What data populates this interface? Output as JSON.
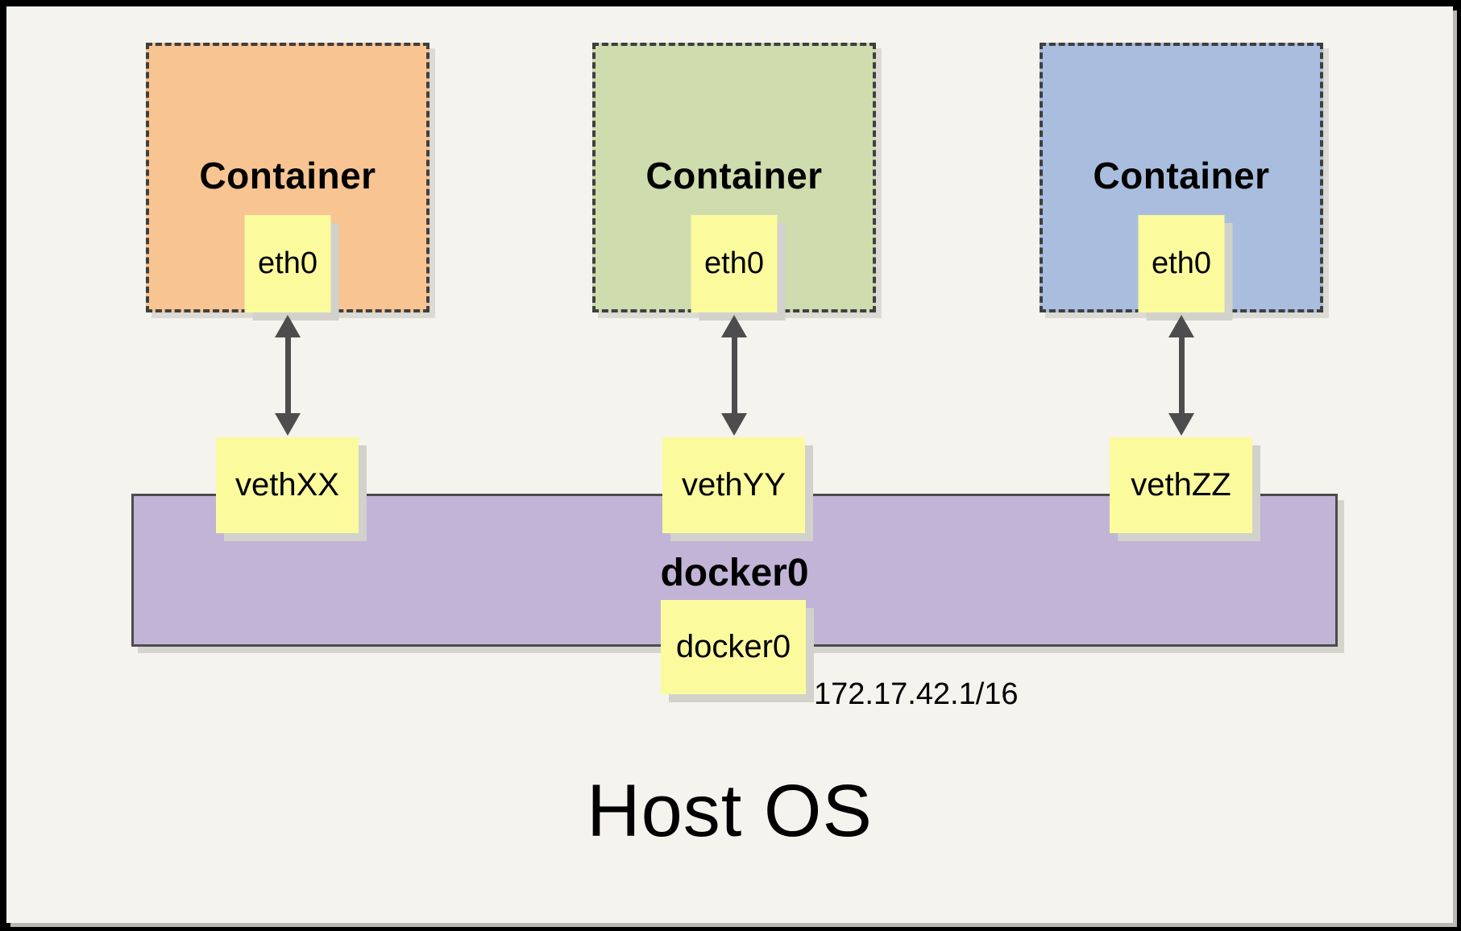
{
  "diagram": {
    "host": {
      "label": "Host OS",
      "bridge_ip": "172.17.42.1/16"
    },
    "bridge": {
      "label": "docker0",
      "interface": "docker0",
      "fill": "#c2b4d6"
    },
    "containers": [
      {
        "label": "Container",
        "interface": "eth0",
        "veth": "vethXX",
        "fill": "#f7c492"
      },
      {
        "label": "Container",
        "interface": "eth0",
        "veth": "vethYY",
        "fill": "#cedcae"
      },
      {
        "label": "Container",
        "interface": "eth0",
        "veth": "vethZZ",
        "fill": "#a9bede"
      }
    ],
    "colors": {
      "page_background": "#f4f3ee",
      "outer_border": "#000000",
      "interface_box_fill": "#fbfb9e",
      "dashed_border": "#3f3f3f",
      "arrow": "#4d4d4d",
      "shadow": "#d2d1cb"
    },
    "icons": [
      "bidirectional-arrow-icon",
      "bidirectional-arrow-icon",
      "bidirectional-arrow-icon"
    ]
  }
}
